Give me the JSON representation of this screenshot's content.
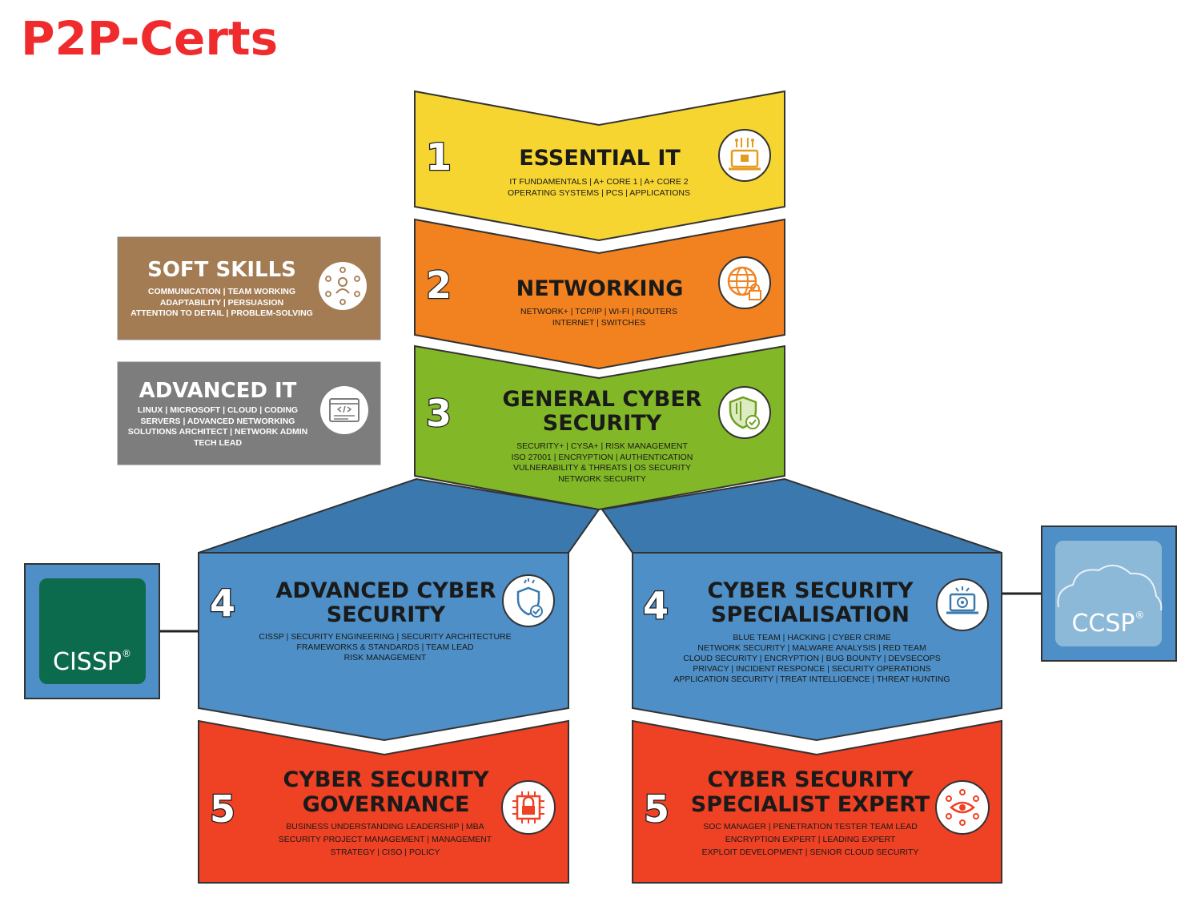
{
  "brand": "P2P-Certs",
  "colors": {
    "yellow": "#f6d531",
    "orange": "#f2821f",
    "green": "#82b827",
    "blue": "#4d8fc6",
    "blue_dark": "#3a78ad",
    "red": "#ef4123",
    "brown": "#a47c54",
    "gray": "#7d7d7d",
    "cissp_green": "#0b6b4c",
    "ccsp_light": "#8db9d8"
  },
  "levels": {
    "l1": {
      "number": "1",
      "title": "ESSENTIAL IT",
      "lines": [
        "IT FUNDAMENTALS  |  A+ CORE 1  |  A+ CORE 2",
        "OPERATING SYSTEMS  |  PCS  |  APPLICATIONS"
      ],
      "icon": "circuit-monitor-icon"
    },
    "l2": {
      "number": "2",
      "title": "NETWORKING",
      "lines": [
        "NETWORK+  |  TCP/IP  |  WI-FI  |  ROUTERS",
        "INTERNET  |  SWITCHES"
      ],
      "icon": "globe-lock-icon"
    },
    "l3": {
      "number": "3",
      "title1": "GENERAL CYBER",
      "title2": "SECURITY",
      "lines": [
        "SECURITY+  |  CYSA+  |  RISK MANAGEMENT",
        "ISO 27001  |  ENCRYPTION  |  AUTHENTICATION",
        "VULNERABILITY & THREATS  |  OS SECURITY",
        "NETWORK SECURITY"
      ],
      "icon": "shield-check-icon"
    },
    "l4a": {
      "number": "4",
      "title1": "ADVANCED CYBER",
      "title2": "SECURITY",
      "lines": [
        "CISSP | SECURITY ENGINEERING | SECURITY ARCHITECTURE",
        "FRAMEWORKS & STANDARDS | TEAM LEAD",
        "RISK MANAGEMENT"
      ],
      "icon": "badge-shield-icon"
    },
    "l4b": {
      "number": "4",
      "title1": "CYBER SECURITY",
      "title2": "SPECIALISATION",
      "lines": [
        "BLUE TEAM | HACKING | CYBER CRIME",
        "NETWORK SECURITY | MALWARE ANALYSIS | RED TEAM",
        "CLOUD SECURITY | ENCRYPTION | BUG BOUNTY | DEVSECOPS",
        "PRIVACY | INCIDENT RESPONCE | SECURITY OPERATIONS",
        "APPLICATION SECURITY | TREAT INTELLIGENCE | THREAT HUNTING"
      ],
      "icon": "laptop-eye-icon"
    },
    "l5a": {
      "number": "5",
      "title1": "CYBER SECURITY",
      "title2": "GOVERNANCE",
      "lines": [
        "BUSINESS UNDERSTANDING  LEADERSHIP | MBA",
        "SECURITY PROJECT MANAGEMENT | MANAGEMENT",
        "STRATEGY | CISO | POLICY"
      ],
      "icon": "chip-lock-icon"
    },
    "l5b": {
      "number": "5",
      "title1": "CYBER SECURITY",
      "title2": "SPECIALIST EXPERT",
      "lines": [
        "SOC MANAGER | PENETRATION TESTER TEAM LEAD",
        "ENCRYPTION EXPERT | LEADING EXPERT",
        "EXPLOIT DEVELOPMENT | SENIOR CLOUD SECURITY"
      ],
      "icon": "eye-network-icon"
    }
  },
  "side": {
    "soft": {
      "title": "SOFT SKILLS",
      "lines": [
        "COMMUNICATION  |  TEAM WORKING",
        "ADAPTABILITY  |  PERSUASION",
        "ATTENTION TO DETAIL  |  PROBLEM-SOLVING"
      ],
      "icon": "people-network-icon"
    },
    "adv": {
      "title": "ADVANCED IT",
      "lines": [
        "LINUX  |  MICROSOFT  |  CLOUD  |  CODING",
        "SERVERS  |  ADVANCED NETWORKING",
        "SOLUTIONS ARCHITECT  |  NETWORK ADMIN",
        "TECH LEAD"
      ],
      "icon": "code-window-icon"
    }
  },
  "certs": {
    "cissp": {
      "label": "CISSP",
      "mark": "®"
    },
    "ccsp": {
      "label": "CCSP",
      "mark": "®"
    }
  }
}
